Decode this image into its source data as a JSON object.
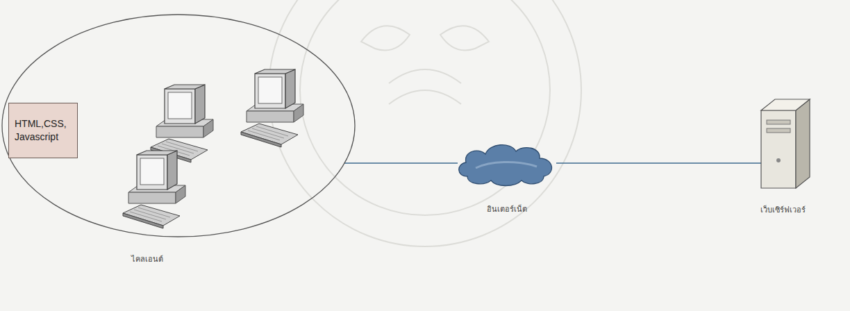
{
  "diagram": {
    "nodes": [
      {
        "text": [
          "ไคลเอนต์"
        ]
      },
      {
        "text": [
          "HTML,CSS, Javascript"
        ],
        "in": 0
      },
      {
        "text": [
          "อินเตอร์เน็ต"
        ]
      },
      {
        "text": [
          "เว็บเซิร์ฟเวอร์"
        ]
      }
    ],
    "edges": [
      {
        "from": 0,
        "to": 2,
        "arrow": "none"
      },
      {
        "from": 2,
        "to": 3,
        "arrow": "none"
      }
    ]
  }
}
